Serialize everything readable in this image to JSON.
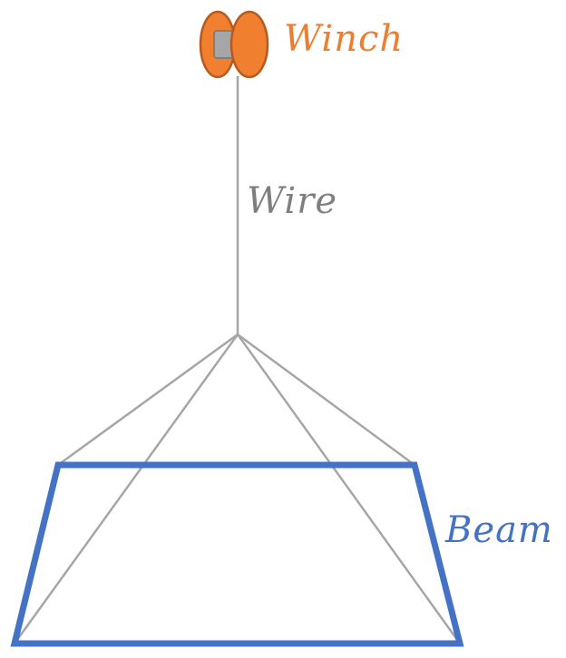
{
  "labels": {
    "winch": "Winch",
    "wire": "Wire",
    "beam": "Beam"
  },
  "colors": {
    "winch_fill": "#F08030",
    "winch_stroke": "#B85A1E",
    "winch_core": "#A6A6A6",
    "wire": "#A6A6A6",
    "beam": "#4472C4",
    "wire_label": "#7F7F7F",
    "winch_label": "#ED7D31",
    "beam_label": "#4472C4"
  }
}
